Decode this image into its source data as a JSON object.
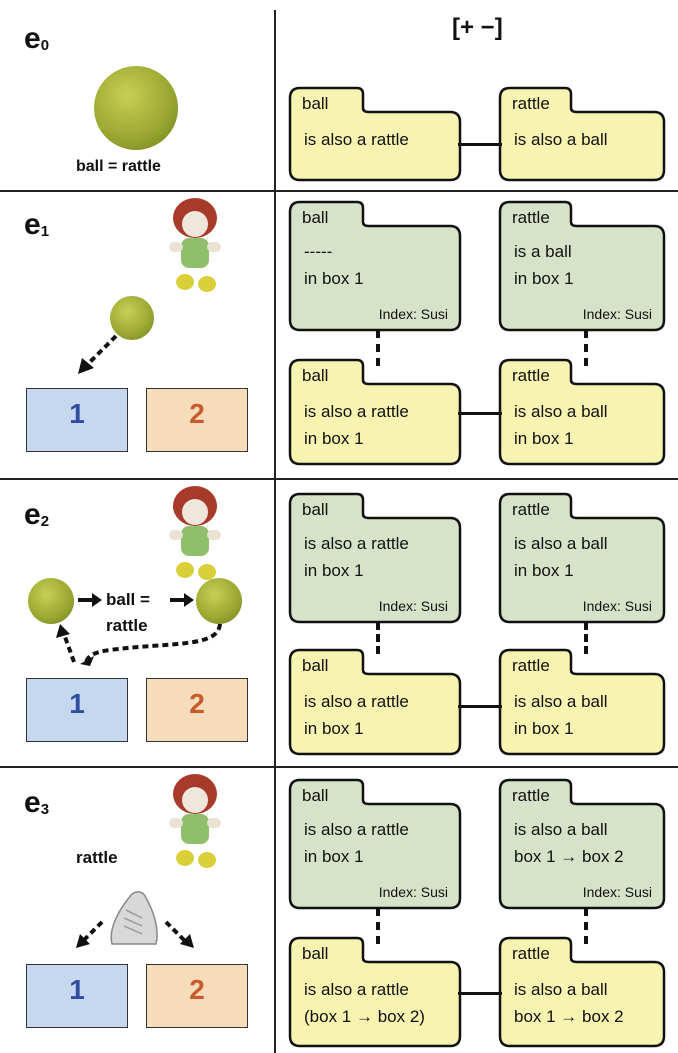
{
  "header": "[+ −]",
  "rows": [
    {
      "label": "e",
      "sub": "0",
      "caption": "ball = rattle"
    },
    {
      "label": "e",
      "sub": "1"
    },
    {
      "label": "e",
      "sub": "2",
      "caption": "ball =\nrattle"
    },
    {
      "label": "e",
      "sub": "3",
      "caption": "rattle"
    }
  ],
  "boxes": {
    "box1": "1",
    "box2": "2"
  },
  "colors": {
    "yellow": "#f7f3b0",
    "green": "#d7e3c8",
    "box1": "#c6d8ef",
    "box2": "#f7dcbb",
    "num1": "#2f4f9e",
    "num2": "#c75a2a"
  },
  "folders": {
    "e0_ball": {
      "tab": "ball",
      "lines": [
        "is also a rattle"
      ]
    },
    "e0_rattle": {
      "tab": "rattle",
      "lines": [
        "is also a ball"
      ]
    },
    "e1_ball_top": {
      "tab": "ball",
      "lines": [
        "-----",
        "in box 1"
      ],
      "index": "Index: Susi"
    },
    "e1_rattle_top": {
      "tab": "rattle",
      "lines": [
        "is a ball",
        "in box 1"
      ],
      "index": "Index: Susi"
    },
    "e1_ball_bot": {
      "tab": "ball",
      "lines": [
        "is also a rattle",
        "in box 1"
      ]
    },
    "e1_rattle_bot": {
      "tab": "rattle",
      "lines": [
        "is also a ball",
        "in box 1"
      ]
    },
    "e2_ball_top": {
      "tab": "ball",
      "lines": [
        "is also a rattle",
        "in box 1"
      ],
      "index": "Index: Susi"
    },
    "e2_rattle_top": {
      "tab": "rattle",
      "lines": [
        "is also a ball",
        "in box 1"
      ],
      "index": "Index: Susi"
    },
    "e2_ball_bot": {
      "tab": "ball",
      "lines": [
        "is also a rattle",
        "in box 1"
      ]
    },
    "e2_rattle_bot": {
      "tab": "rattle",
      "lines": [
        "is also a ball",
        "in box 1"
      ]
    },
    "e3_ball_top": {
      "tab": "ball",
      "lines": [
        "is also a rattle",
        "in box 1"
      ],
      "index": "Index: Susi"
    },
    "e3_rattle_top": {
      "tab": "rattle",
      "lines": [
        "is also a ball",
        "box 1 → box 2"
      ],
      "index": "Index: Susi"
    },
    "e3_ball_bot": {
      "tab": "ball",
      "lines": [
        "is also a rattle",
        "(box 1 → box 2)"
      ]
    },
    "e3_rattle_bot": {
      "tab": "rattle",
      "lines": [
        "is also a ball",
        "box 1 → box 2"
      ]
    }
  }
}
